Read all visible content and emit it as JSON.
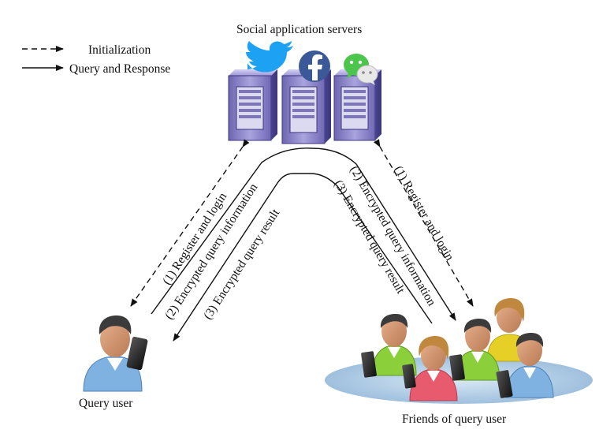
{
  "title": "Social application servers",
  "legend": {
    "initialization": "Initialization",
    "query_response": "Query and Response"
  },
  "nodes": {
    "query_user": "Query user",
    "friends": "Friends of query user"
  },
  "edges": {
    "left_register": "(1) Register and login",
    "left_query": "(2) Encrypted query information",
    "left_result": "(3) Encrypted query result",
    "right_query": "(2) Encrypted query information",
    "right_result": "(3) Encrypted query result",
    "right_register": "(1) Register and login"
  },
  "server_icons": [
    "twitter-icon",
    "facebook-icon",
    "wechat-icon"
  ],
  "colors": {
    "twitter": "#1da1f2",
    "facebook": "#3b5998",
    "wechat": "#4cc54c",
    "server": "#8f88c8",
    "platform": "#b7d2e8"
  }
}
